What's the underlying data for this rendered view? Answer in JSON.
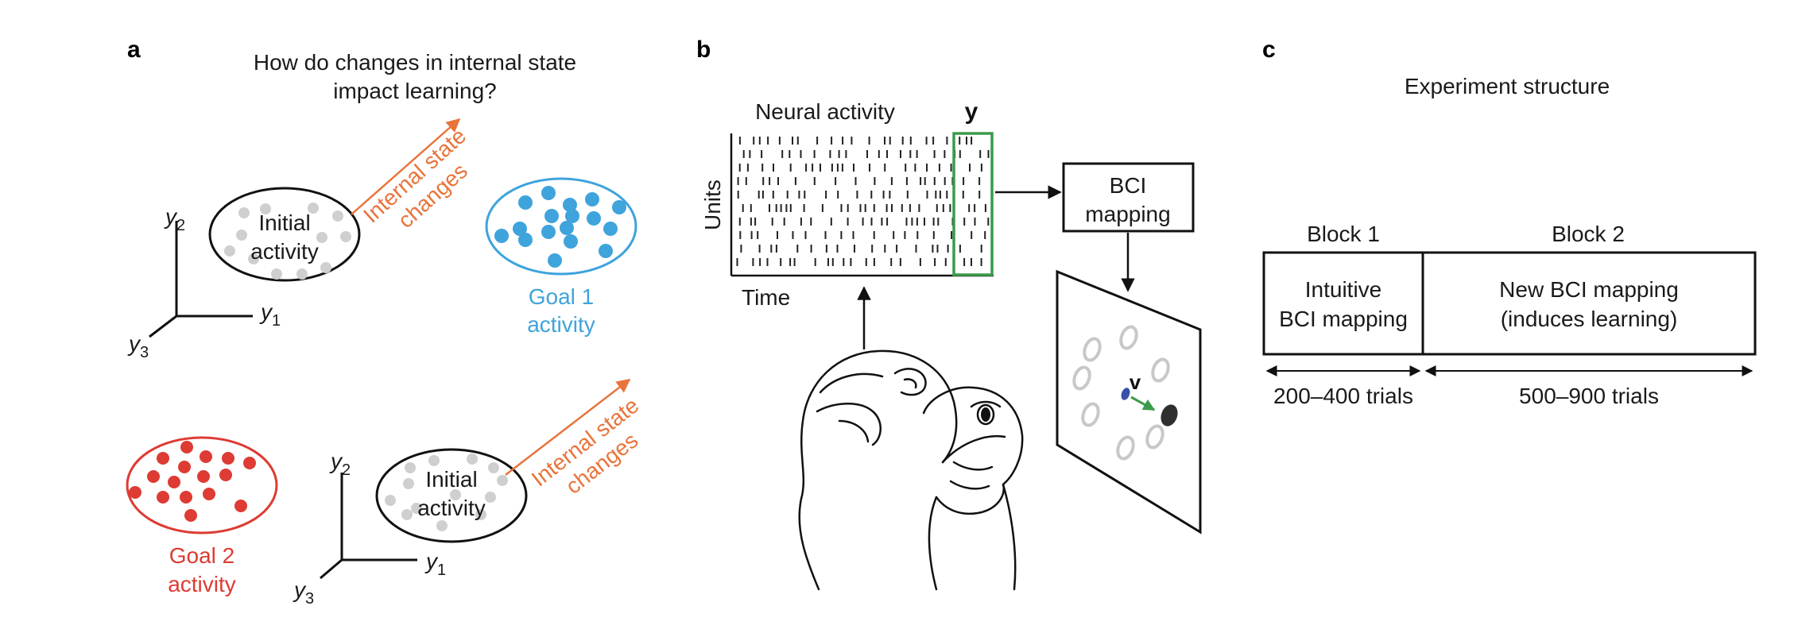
{
  "colors": {
    "orange": "#e8743b",
    "blue": "#3fa3dc",
    "red": "#dd3b33",
    "green": "#3c9b4a",
    "gray_dot": "#cfcfcf",
    "black": "#111111"
  },
  "panel_a": {
    "label": "a",
    "title_line1": "How do changes in internal state",
    "title_line2": "impact learning?",
    "top": {
      "initial_line1": "Initial",
      "initial_line2": "activity",
      "change_line1": "Internal state",
      "change_line2": "changes",
      "goal_line1": "Goal 1",
      "goal_line2": "activity",
      "axis_y1": "y",
      "axis_y1_sub": "1",
      "axis_y2": "y",
      "axis_y2_sub": "2",
      "axis_y3": "y",
      "axis_y3_sub": "3"
    },
    "bottom": {
      "initial_line1": "Initial",
      "initial_line2": "activity",
      "change_line1": "Internal state",
      "change_line2": "changes",
      "goal_line1": "Goal 2",
      "goal_line2": "activity",
      "axis_y1": "y",
      "axis_y1_sub": "1",
      "axis_y2": "y",
      "axis_y2_sub": "2",
      "axis_y3": "y",
      "axis_y3_sub": "3"
    }
  },
  "panel_b": {
    "label": "b",
    "raster_title": "Neural activity",
    "y_label": "y",
    "units_label": "Units",
    "time_label": "Time",
    "bci_line1": "BCI",
    "bci_line2": "mapping",
    "v_label": "v"
  },
  "panel_c": {
    "label": "c",
    "title": "Experiment structure",
    "block1_header": "Block 1",
    "block2_header": "Block 2",
    "block1_line1": "Intuitive",
    "block1_line2": "BCI mapping",
    "block2_line1": "New BCI mapping",
    "block2_line2": "(induces learning)",
    "block1_trials": "200–400 trials",
    "block2_trials": "500–900 trials"
  }
}
